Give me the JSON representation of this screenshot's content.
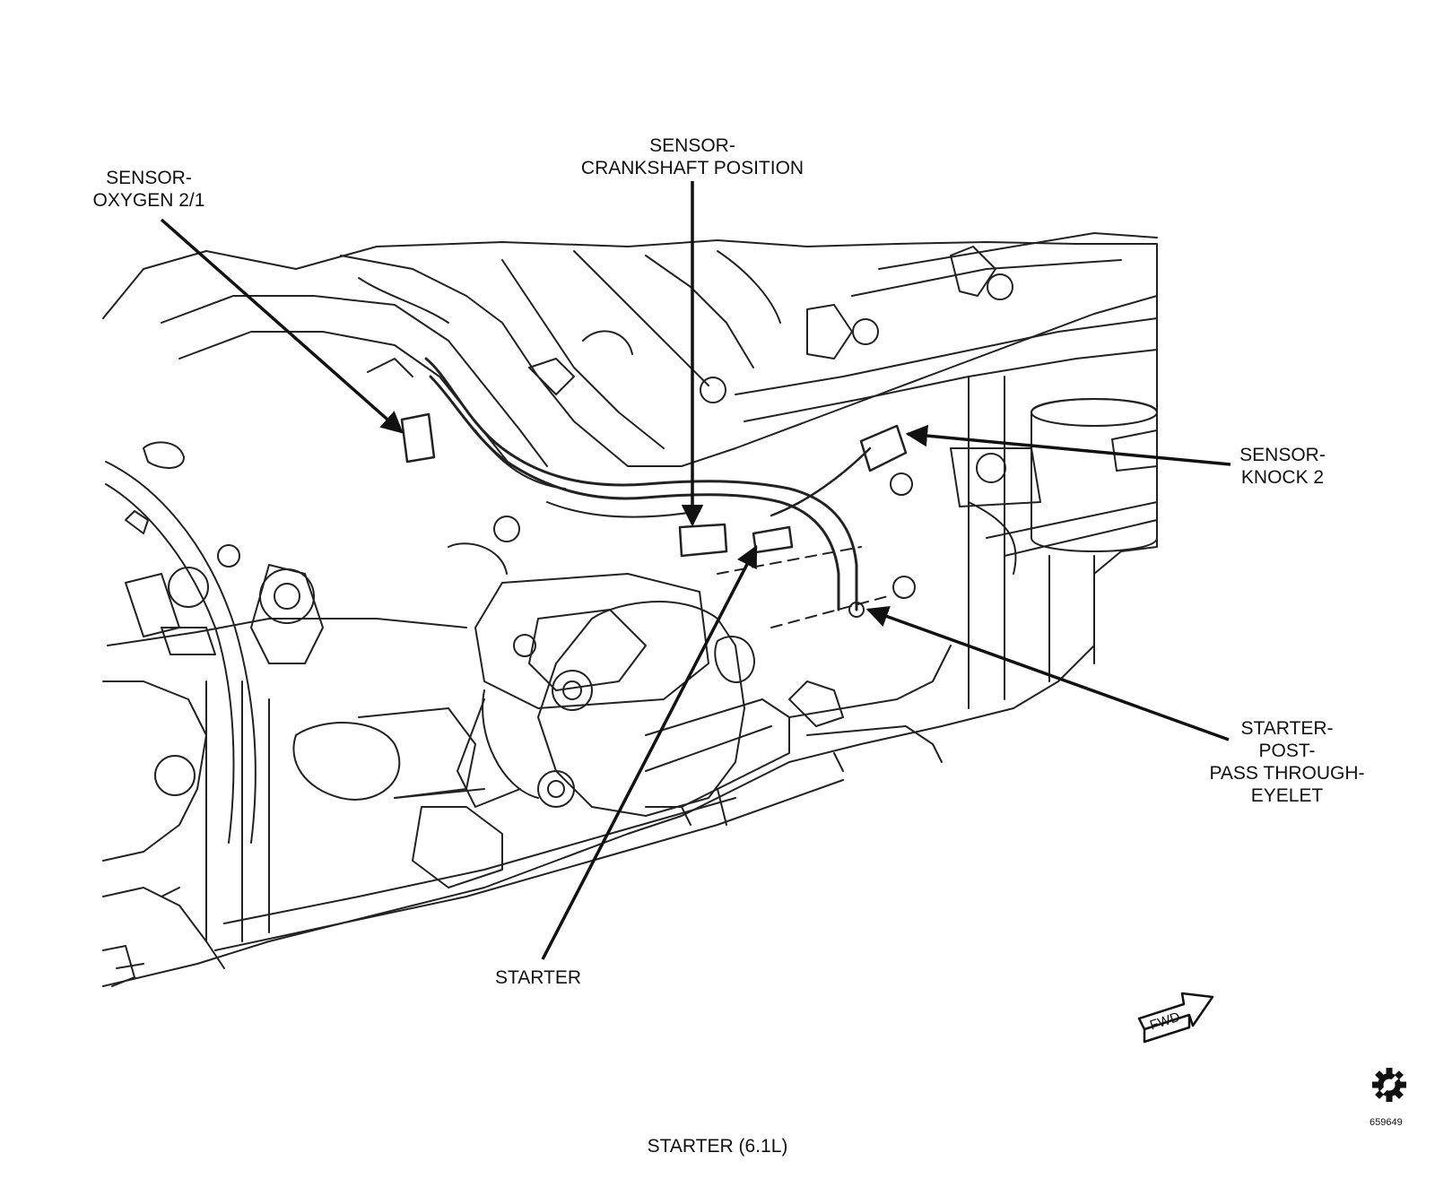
{
  "callouts": [
    {
      "id": "oxygen",
      "lines": [
        "SENSOR-",
        "OXYGEN 2/1"
      ]
    },
    {
      "id": "crank",
      "lines": [
        "SENSOR-",
        "CRANKSHAFT POSITION"
      ]
    },
    {
      "id": "knock",
      "lines": [
        "SENSOR-",
        "KNOCK 2"
      ]
    },
    {
      "id": "starterpost",
      "lines": [
        "STARTER-",
        "POST-",
        "PASS THROUGH-",
        "EYELET"
      ]
    },
    {
      "id": "starter",
      "lines": [
        "STARTER"
      ]
    }
  ],
  "fwd_label": "FWD",
  "caption": "STARTER (6.1L)",
  "figure_number": "659649",
  "service_icon": "gear-wrench-icon"
}
